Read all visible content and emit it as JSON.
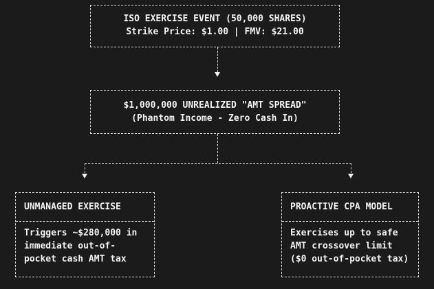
{
  "top_box": {
    "line1": "ISO EXERCISE EVENT (50,000 SHARES)",
    "line2": "Strike Price: $1.00 | FMV: $21.00"
  },
  "middle_box": {
    "line1": "$1,000,000 UNREALIZED \"AMT SPREAD\"",
    "line2": "(Phantom Income - Zero Cash In)"
  },
  "left_box": {
    "title": "UNMANAGED EXERCISE",
    "body": [
      "Triggers ~$280,000 in",
      "immediate out-of-",
      "pocket cash AMT tax"
    ]
  },
  "right_box": {
    "title": "PROACTIVE CPA MODEL",
    "body": [
      "Exercises up to safe",
      "AMT crossover limit",
      "($0 out-of-pocket tax)"
    ]
  },
  "colors": {
    "background": "#1b1b1b",
    "text": "#f2f2f2",
    "border": "#d8d8d8"
  }
}
